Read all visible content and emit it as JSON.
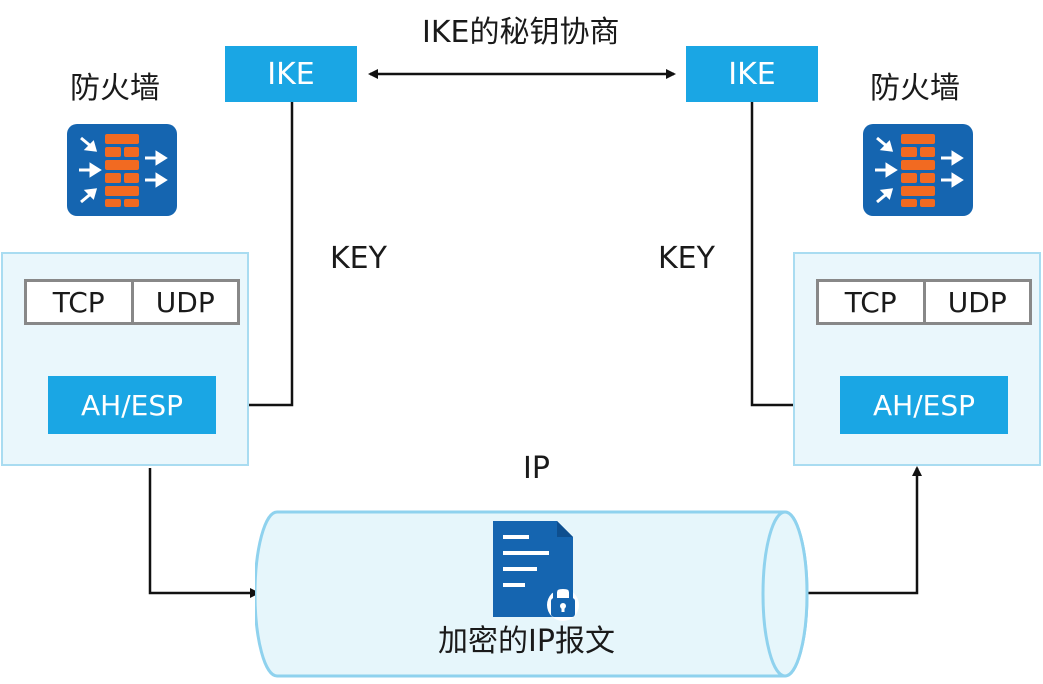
{
  "title": "IKE的秘钥协商",
  "ike_left": "IKE",
  "ike_right": "IKE",
  "firewall_left_label": "防火墙",
  "firewall_right_label": "防火墙",
  "firewall_icon": "firewall-icon",
  "key_left": "KEY",
  "key_right": "KEY",
  "left_host": {
    "tcp": "TCP",
    "udp": "UDP",
    "ah_esp": "AH/ESP"
  },
  "right_host": {
    "tcp": "TCP",
    "udp": "UDP",
    "ah_esp": "AH/ESP"
  },
  "ip_label": "IP",
  "tunnel_label": "加密的IP报文",
  "packet_icon": "encrypted-document-icon",
  "colors": {
    "accent": "#1aa6e4",
    "firewall_bg": "#1565b0",
    "brick": "#f26a21",
    "tunnel": "#e6f6fb"
  }
}
